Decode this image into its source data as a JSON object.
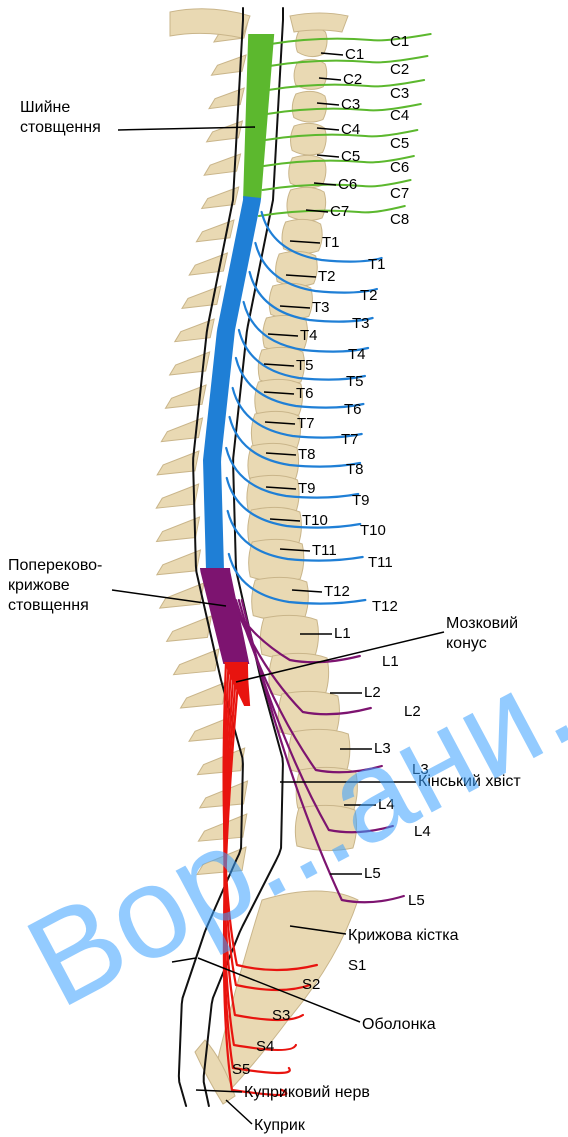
{
  "labels": {
    "cervical": [
      "Шийне",
      "стовщення"
    ],
    "lumbosacral": [
      "Попереково-",
      "крижове",
      "стовщення"
    ],
    "conus": [
      "Мозковий",
      "конус"
    ],
    "cauda": "Кінський хвіст",
    "sacrum": "Крижова кістка",
    "dura": "Оболонка",
    "coccygeal_nerve": "Куприковий нерв",
    "coccyx": "Куприк"
  },
  "vertebra_labels": {
    "cervical": [
      "C1",
      "C2",
      "C3",
      "C4",
      "C5",
      "C6",
      "C7"
    ],
    "thoracic": [
      "T1",
      "T2",
      "T3",
      "T4",
      "T5",
      "T6",
      "T7",
      "T8",
      "T9",
      "T10",
      "T11",
      "T12"
    ],
    "lumbar": [
      "L1",
      "L2",
      "L3",
      "L4",
      "L5"
    ]
  },
  "nerve_labels": {
    "cervical": [
      "C1",
      "C2",
      "C3",
      "C4",
      "C5",
      "C6",
      "C7",
      "C8"
    ],
    "thoracic": [
      "T1",
      "T2",
      "T3",
      "T4",
      "T5",
      "T6",
      "T7",
      "T8",
      "T9",
      "T10",
      "T11",
      "T12"
    ],
    "lumbar": [
      "L1",
      "L2",
      "L3",
      "L4",
      "L5"
    ],
    "sacral": [
      "S1",
      "S2",
      "S3",
      "S4",
      "S5"
    ]
  },
  "watermark": "Вор...ани...",
  "colors": {
    "bone": "#e9d9b3",
    "bone_stroke": "#c9b58a",
    "cervical": "#5cb82e",
    "thoracic": "#1f7fd6",
    "lumbar": "#7d1470",
    "sacral": "#e8140f",
    "watermark": "#3aa0ff"
  }
}
